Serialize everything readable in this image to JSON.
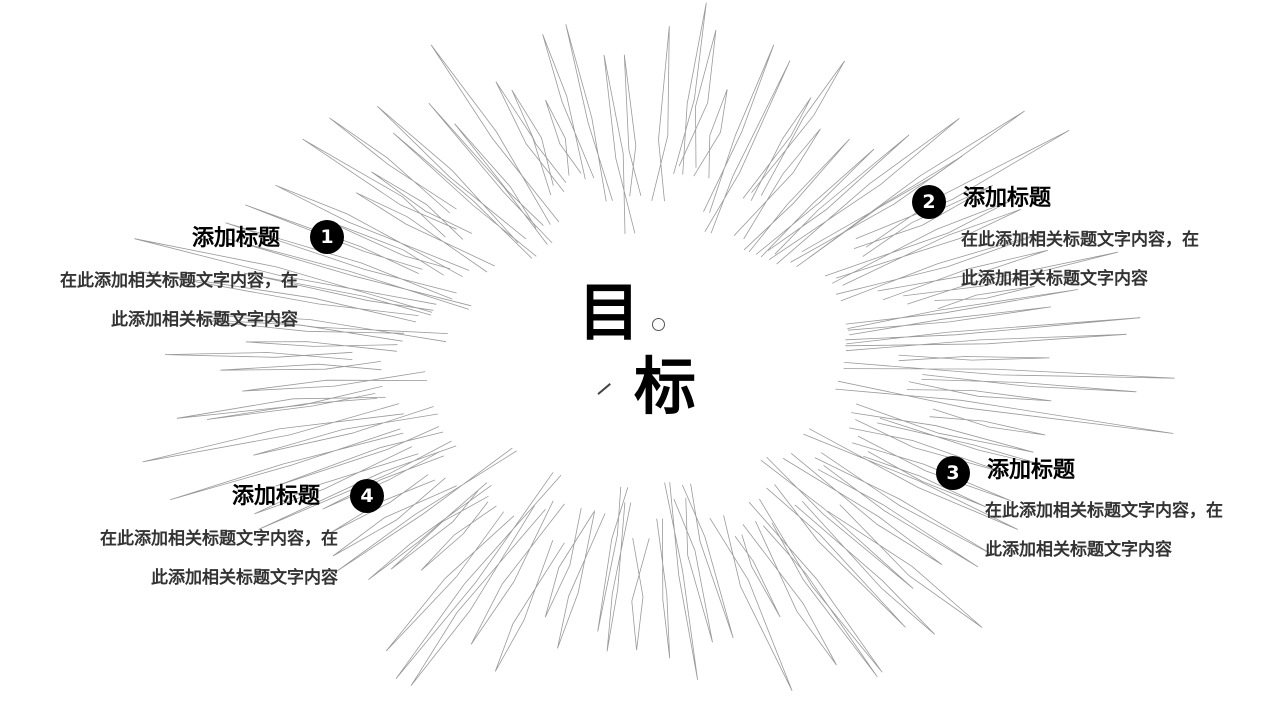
{
  "center": {
    "char1": "目",
    "char2": "标"
  },
  "items": [
    {
      "number": "1",
      "title": "添加标题",
      "description": "在此添加相关标题文字内容，在此添加相关标题文字内容"
    },
    {
      "number": "2",
      "title": "添加标题",
      "description": "在此添加相关标题文字内容，在此添加相关标题文字内容"
    },
    {
      "number": "3",
      "title": "添加标题",
      "description": "在此添加相关标题文字内容，在此添加相关标题文字内容"
    },
    {
      "number": "4",
      "title": "添加标题",
      "description": "在此添加相关标题文字内容，在此添加相关标题文字内容"
    }
  ],
  "colors": {
    "background": "#ffffff",
    "accent": "#000000",
    "burst_lines": "#9a9a9a",
    "text": "#333333"
  }
}
